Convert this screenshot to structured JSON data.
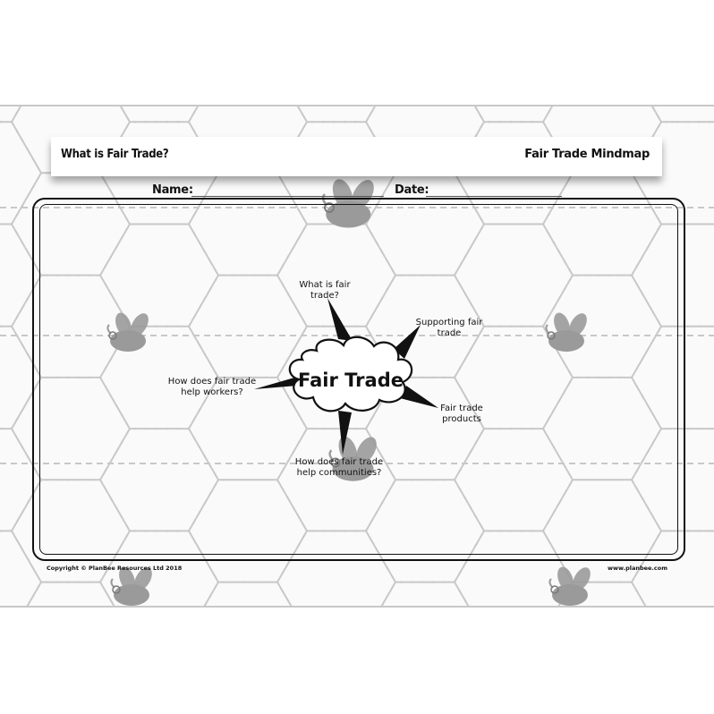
{
  "header": {
    "left_title": "What is Fair Trade?",
    "right_title": "Fair Trade Mindmap"
  },
  "form": {
    "name_label": "Name:",
    "date_label": "Date:"
  },
  "mindmap": {
    "center": "Fair Trade",
    "branches": [
      {
        "line1": "What is fair",
        "line2": "trade?"
      },
      {
        "line1": "Supporting fair",
        "line2": "trade"
      },
      {
        "line1": "How does fair trade",
        "line2": "help workers?"
      },
      {
        "line1": "Fair trade",
        "line2": "products"
      },
      {
        "line1": "How does fair trade",
        "line2": "help communities?"
      }
    ]
  },
  "footer": {
    "copyright": "Copyright © PlanBee Resources Ltd 2018",
    "website": "www.planbee.com"
  },
  "decor": {
    "pattern": "dashed-hexagon-grid",
    "icon": "bee-icon",
    "colors": {
      "ink": "#111111",
      "pattern": "#c8c8c8",
      "bee": "#9a9a9a"
    }
  }
}
